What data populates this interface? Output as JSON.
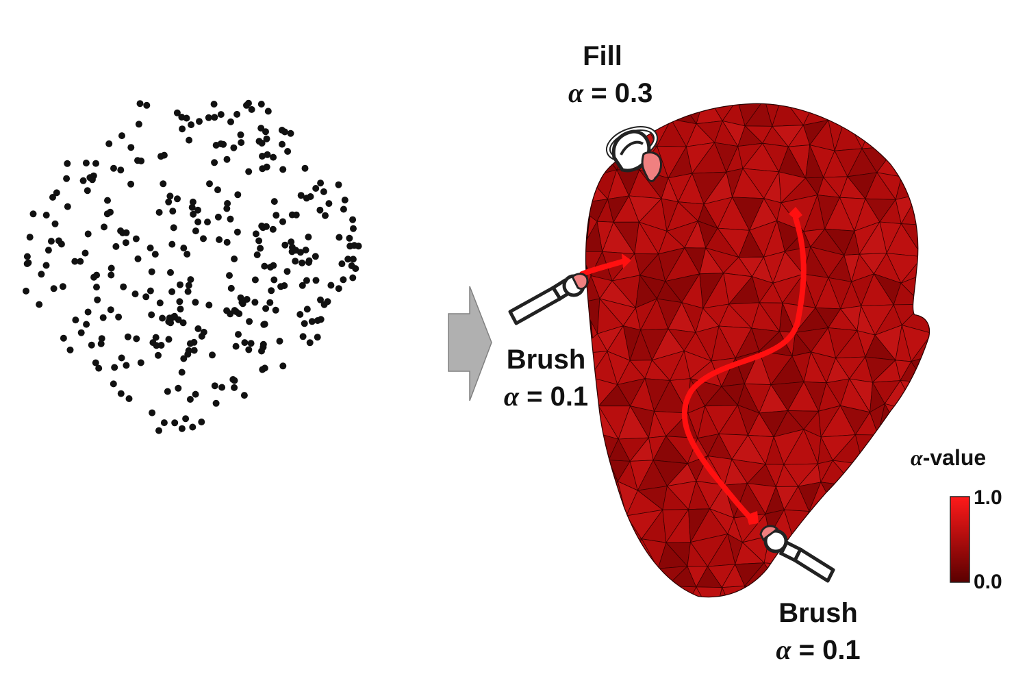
{
  "annotations": {
    "fill": {
      "tool": "Fill",
      "alpha_symbol": "α",
      "alpha_text": "= 0.3"
    },
    "brush_left": {
      "tool": "Brush",
      "alpha_symbol": "α",
      "alpha_text": "= 0.1"
    },
    "brush_bottom": {
      "tool": "Brush",
      "alpha_symbol": "α",
      "alpha_text": "= 0.1"
    }
  },
  "colorbar": {
    "title_symbol": "α",
    "title_text": "-value",
    "max_label": "1.0",
    "min_label": "0.0",
    "color_max": "#ff1a1a",
    "color_min": "#5a0000"
  },
  "colors": {
    "mesh_fill": "#b80e0e",
    "mesh_dark": "#8a0606",
    "mesh_edge": "#3a0000",
    "stroke": "#ff1010",
    "arrow": "#b0b0b0",
    "points": "#111111"
  },
  "icons": {
    "brush": "paintbrush-icon",
    "fill": "paint-bucket-icon",
    "arrow": "right-arrow-icon"
  }
}
